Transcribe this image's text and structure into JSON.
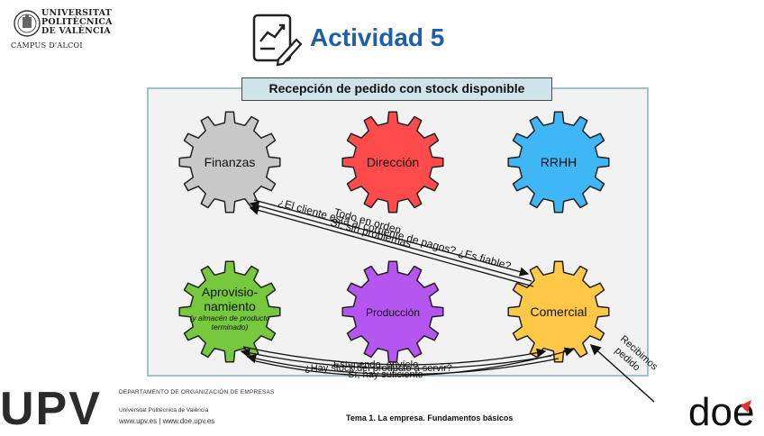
{
  "header": {
    "university_lines": [
      "UNIVERSITAT",
      "POLITÈCNICA",
      "DE VALÈNCIA"
    ],
    "campus": "CAMPUS D'ALCOI",
    "activity_title": "Actividad 5"
  },
  "panel": {
    "title": "Recepción de pedido con stock disponible"
  },
  "gears": {
    "finanzas": {
      "label": "Finanzas",
      "color": "#c8c8c8"
    },
    "direccion": {
      "label": "Dirección",
      "color": "#ff4b4b"
    },
    "rrhh": {
      "label": "RRHH",
      "color": "#3fb6f5"
    },
    "aprovisionamiento": {
      "label_line1": "Aprovisio-",
      "label_line2": "namiento",
      "sub": "(y almacén de producto terminado)",
      "color": "#76c93c"
    },
    "produccion": {
      "label": "Producción",
      "color": "#b556f0"
    },
    "comercial": {
      "label": "Comercial",
      "color": "#ffc846"
    }
  },
  "arrows": {
    "finanzas_comercial_1": "¿El cliente está al corriente de pagos? ¿Es fiable?",
    "finanzas_comercial_2": "Todo en orden",
    "finanzas_comercial_3": "Sí, sin problemas",
    "aprov_comercial_1": "¿Hay stock del producto a servir?",
    "aprov_comercial_2": "Estupendo, envíelo",
    "aprov_comercial_3": "Sí, hay suficiente",
    "recibimos_line1": "Recibimos",
    "recibimos_line2": "pedido"
  },
  "footer": {
    "upv": "UPV",
    "department": "DEPARTAMENTO DE ORGANIZACIÓN DE EMPRESAS",
    "university": "Universitat Politècnica de València",
    "urls": "www.upv.es | www.doe.upv.es",
    "tema": "Tema 1. La empresa. Fundamentos básicos",
    "doe": "doe"
  }
}
